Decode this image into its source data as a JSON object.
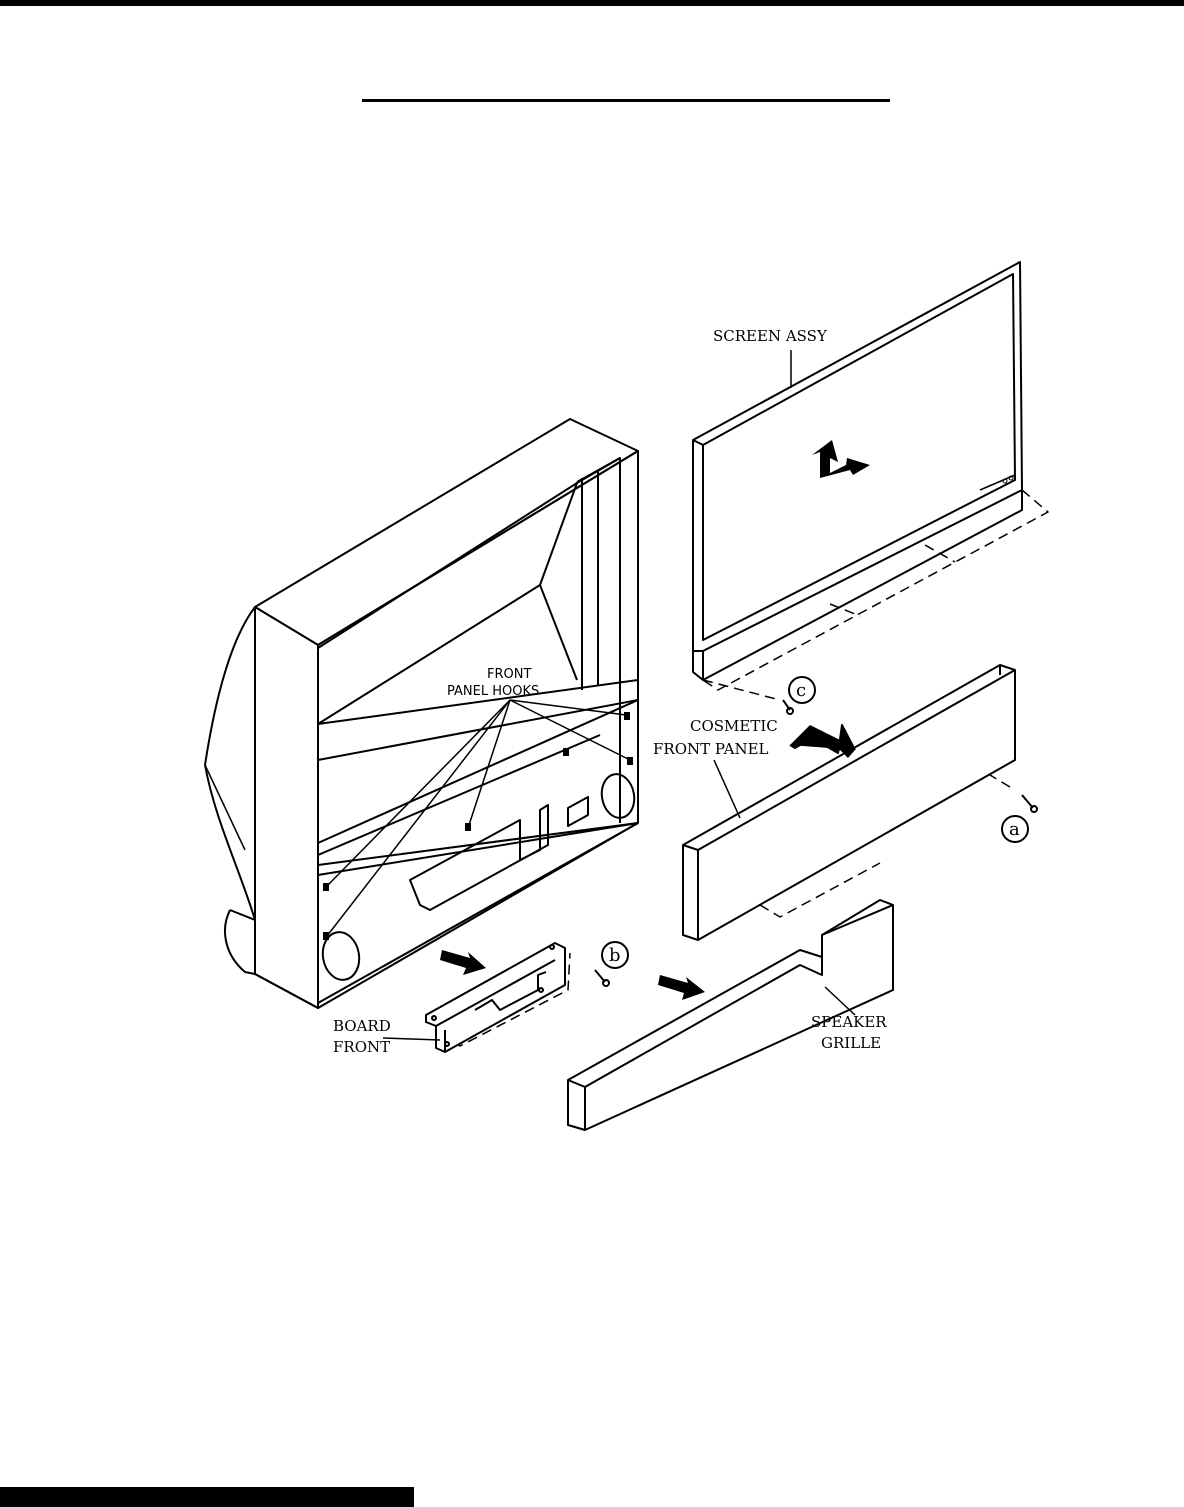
{
  "labels": {
    "screen_assy": "SCREEN ASSY",
    "front_panel_hooks_1": "FRONT",
    "front_panel_hooks_2": "PANEL HOOKS",
    "cosmetic_front_panel_1": "COSMETIC",
    "cosmetic_front_panel_2": "FRONT PANEL",
    "board_front_1": "BOARD",
    "board_front_2": "FRONT",
    "speaker_grille_1": "SPEAKER",
    "speaker_grille_2": "GRILLE"
  },
  "callouts": {
    "a": "a",
    "b": "b",
    "c": "c"
  }
}
